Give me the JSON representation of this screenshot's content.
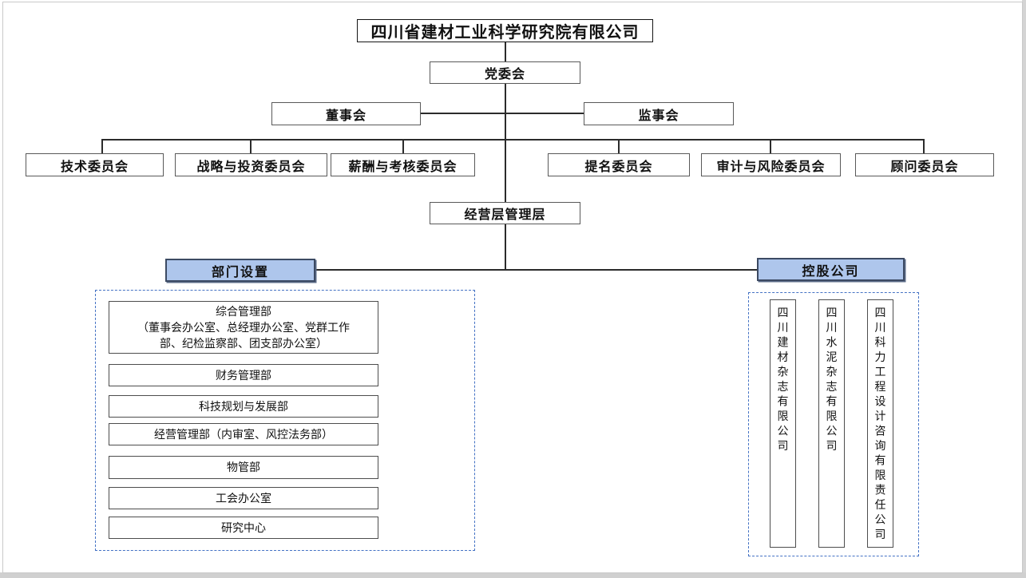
{
  "org": {
    "title": "四川省建材工业科学研究院有限公司",
    "party_committee": "党委会",
    "board": "董事会",
    "supervisory_board": "监事会",
    "committees": [
      "技术委员会",
      "战略与投资委员会",
      "薪酬与考核委员会",
      "提名委员会",
      "审计与风险委员会",
      "顾问委员会"
    ],
    "management": "经营层管理层",
    "departments_header": "部门设置",
    "holdings_header": "控股公司",
    "departments": [
      "综合管理部\n（董事会办公室、总经理办公室、党群工作\n部、纪检监察部、团支部办公室）",
      "财务管理部",
      "科技规划与发展部",
      "经营管理部（内审室、风控法务部）",
      "物管部",
      "工会办公室",
      "研究中心"
    ],
    "holding_companies": [
      "四川建材杂志有限公司",
      "四川水泥杂志有限公司",
      "四川科力工程设计咨询有限责任公司"
    ],
    "colors": {
      "header_fill": "#AEC6EC",
      "header_border": "#3C4A63",
      "dashed_border": "#4472C4",
      "box_border": "#595959",
      "connector": "#2B2B2B"
    }
  }
}
